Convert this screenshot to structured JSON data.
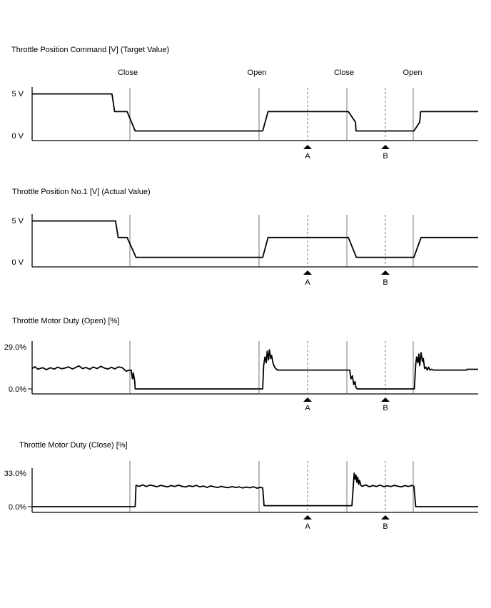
{
  "phase_labels": [
    "Close",
    "Open",
    "Close",
    "Open"
  ],
  "markers": [
    "A",
    "B"
  ],
  "chart_data": [
    {
      "type": "line",
      "title": "Throttle Position Command [V] (Target Value)",
      "y_labels": [
        "5 V",
        "0 V"
      ],
      "series": [
        {
          "x": [
            0,
            17.9,
            18.5,
            21.3,
            23.1,
            51.7,
            52.9,
            70.9,
            72.5,
            72.6,
            85.6,
            86.9,
            87.1,
            100
          ],
          "y": [
            4.95,
            4.95,
            2.85,
            2.85,
            0.55,
            0.55,
            2.85,
            2.85,
            1.6,
            0.55,
            0.55,
            1.6,
            2.85,
            2.85
          ]
        }
      ]
    },
    {
      "type": "line",
      "title": "Throttle Position No.1 [V] (Actual Value)",
      "y_labels": [
        "5 V",
        "0 V"
      ],
      "series": [
        {
          "x": [
            0,
            18.7,
            19.3,
            21.3,
            23.3,
            51.7,
            52.9,
            70.9,
            72.7,
            85.6,
            87.2,
            100
          ],
          "y": [
            4.95,
            4.95,
            2.95,
            2.95,
            0.55,
            0.55,
            2.95,
            2.95,
            0.55,
            0.55,
            2.95,
            2.95
          ]
        }
      ]
    },
    {
      "type": "line",
      "title": "Throttle Motor Duty (Open) [%]",
      "y_labels": [
        "29.0%",
        "0.0%"
      ],
      "series": [
        {
          "x": [
            0,
            0.6,
            1.3,
            2.4,
            3.2,
            4.1,
            5.0,
            5.7,
            6.6,
            7.3,
            8.2,
            9.0,
            9.6,
            10.5,
            11.3,
            12.1,
            12.9,
            13.7,
            14.6,
            15.4,
            16.2,
            17.0,
            17.8,
            18.5,
            19.4,
            20.2,
            21.1,
            21.8,
            22.2,
            22.5,
            22.7,
            23.0,
            23.1,
            35.0,
            51.7,
            51.9,
            52.2,
            52.5,
            52.7,
            53.0,
            53.2,
            53.5,
            53.7,
            54.0,
            54.2,
            54.6,
            55.0,
            55.2,
            70.9,
            71.2,
            71.5,
            71.8,
            72.1,
            72.4,
            72.6,
            72.9,
            85.6,
            85.7,
            86.0,
            86.2,
            86.5,
            86.7,
            86.9,
            87.2,
            87.5,
            87.7,
            88.0,
            88.3,
            88.6,
            88.9,
            89.2,
            89.5,
            90.0,
            91.0,
            97.4,
            97.5,
            100
          ],
          "y": [
            14.0,
            15.3,
            13.6,
            14.6,
            13.2,
            14.6,
            13.6,
            15.0,
            13.9,
            14.3,
            15.2,
            13.7,
            14.5,
            15.9,
            14.0,
            14.8,
            13.5,
            15.1,
            14.0,
            15.6,
            14.4,
            13.7,
            14.9,
            13.8,
            15.2,
            14.6,
            12.2,
            13.0,
            13.0,
            7.0,
            11.0,
            5.0,
            0.0,
            0.0,
            0.0,
            16.0,
            22.0,
            18.0,
            26.0,
            20.0,
            27.0,
            21.0,
            23.0,
            18.0,
            16.0,
            14.0,
            13.0,
            13.0,
            13.0,
            13.0,
            7.0,
            9.0,
            3.0,
            5.0,
            1.0,
            0.0,
            0.0,
            0.0,
            17.0,
            22.0,
            18.0,
            24.0,
            16.0,
            25.0,
            19.0,
            21.0,
            14.0,
            15.0,
            13.0,
            15.0,
            13.0,
            13.5,
            13.0,
            13.0,
            13.0,
            13.5,
            13.5
          ]
        }
      ]
    },
    {
      "type": "line",
      "title": "Throttle Motor Duty (Close) [%]",
      "y_labels": [
        "33.0%",
        "0.0%"
      ],
      "series": [
        {
          "x": [
            0,
            23.1,
            23.3,
            24.0,
            24.8,
            25.6,
            26.4,
            27.2,
            28.0,
            28.8,
            29.6,
            30.4,
            31.2,
            32.0,
            32.8,
            33.6,
            34.4,
            35.2,
            36.0,
            36.8,
            37.6,
            38.4,
            39.2,
            40.0,
            40.8,
            41.6,
            42.4,
            43.2,
            44.0,
            44.8,
            45.6,
            46.4,
            47.2,
            48.0,
            48.8,
            49.6,
            50.4,
            51.2,
            51.7,
            52.0,
            71.7,
            72.2,
            72.4,
            72.6,
            72.8,
            73.0,
            73.2,
            73.4,
            73.7,
            74.0,
            74.8,
            75.6,
            76.4,
            77.2,
            78.0,
            78.8,
            79.6,
            80.4,
            81.2,
            82.0,
            82.8,
            83.6,
            84.4,
            85.2,
            85.6,
            86.0,
            100
          ],
          "y": [
            0.0,
            0.0,
            21.0,
            20.0,
            21.5,
            19.8,
            21.2,
            20.5,
            19.6,
            21.0,
            20.2,
            19.5,
            20.8,
            19.9,
            21.1,
            20.0,
            19.4,
            20.6,
            19.8,
            20.9,
            19.5,
            20.3,
            18.9,
            20.4,
            19.6,
            18.8,
            20.0,
            19.2,
            18.7,
            19.8,
            18.9,
            19.5,
            18.4,
            19.3,
            18.6,
            19.6,
            18.2,
            19.0,
            18.5,
            1.0,
            1.0,
            33.0,
            27.0,
            31.0,
            24.0,
            29.0,
            22.0,
            26.0,
            21.0,
            20.0,
            21.5,
            19.6,
            20.8,
            19.9,
            21.2,
            19.7,
            20.5,
            19.8,
            21.0,
            20.1,
            19.5,
            20.7,
            19.9,
            21.0,
            20.0,
            0.0,
            0.0
          ]
        }
      ]
    }
  ]
}
